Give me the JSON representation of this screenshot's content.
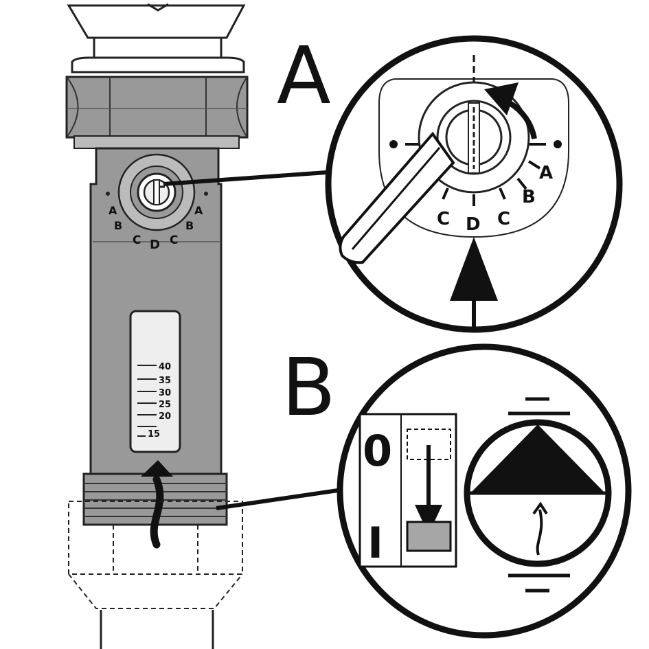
{
  "callouts": {
    "a_letter": "A",
    "b_letter": "B"
  },
  "valve_body": {
    "dial_labels": {
      "left_a": "A",
      "left_b": "B",
      "left_c": "C",
      "center_d": "D",
      "right_c": "C",
      "right_b": "B",
      "right_a": "A"
    },
    "flow_scale": {
      "ticks": [
        "40",
        "35",
        "30",
        "25",
        "20",
        "15"
      ]
    }
  },
  "detail_a": {
    "dial_labels": {
      "a": "A",
      "b": "B",
      "right_c": "C",
      "d": "D",
      "left_c": "C"
    }
  },
  "detail_b": {
    "off_symbol": "0",
    "on_symbol": "I"
  },
  "colors": {
    "body_gray": "#999999",
    "light_gray": "#bbbbbb",
    "window": "#eeeeee",
    "ink": "#111111",
    "switch_fill": "#a6a6a6"
  }
}
